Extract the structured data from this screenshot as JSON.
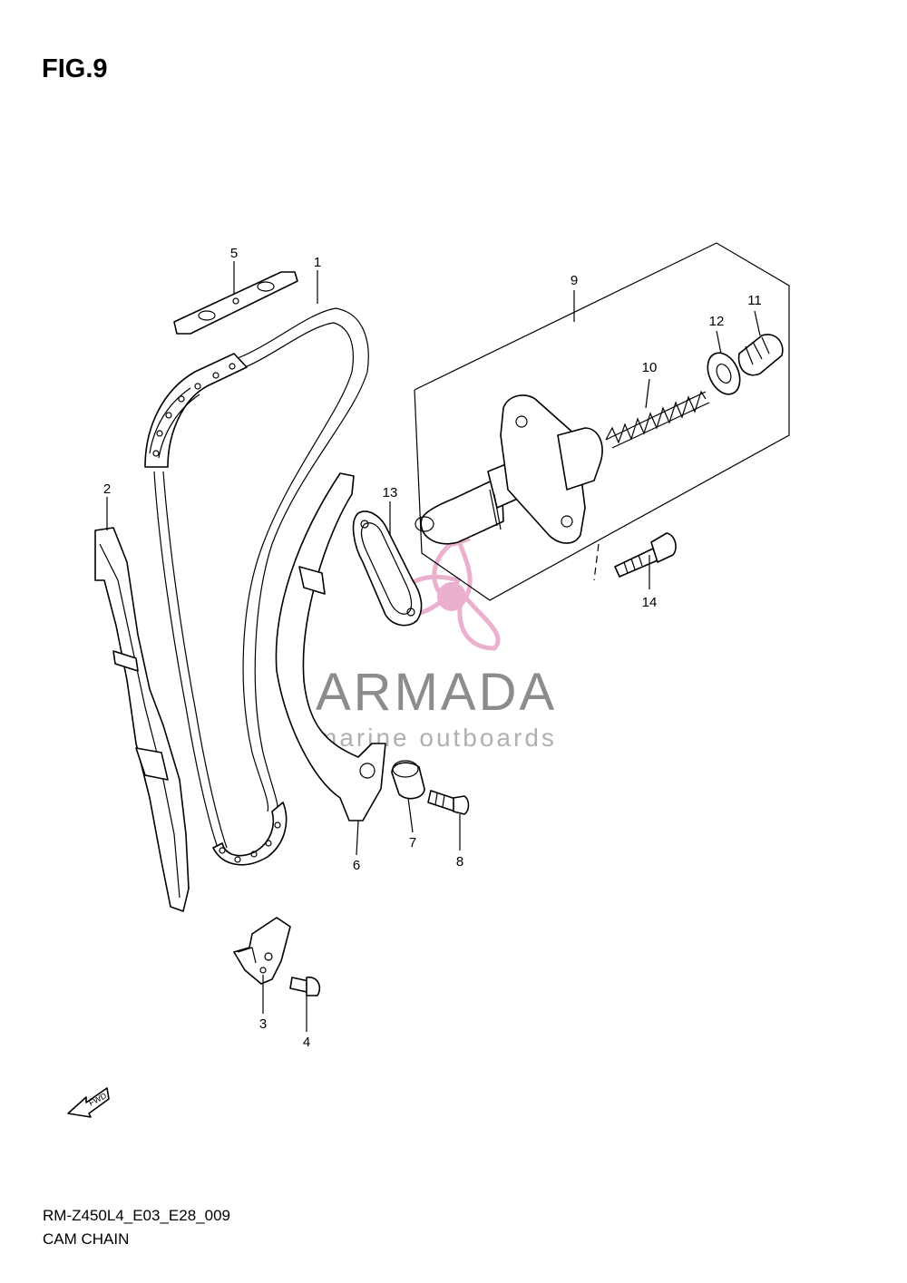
{
  "figure": {
    "title": "FIG.9",
    "drawing_code": "RM-Z450L4_E03_E28_009",
    "section_name": "CAM CHAIN"
  },
  "callouts": [
    "1",
    "2",
    "3",
    "4",
    "5",
    "6",
    "7",
    "8",
    "9",
    "10",
    "11",
    "12",
    "13",
    "14"
  ],
  "watermark": {
    "brand": "ARMADA",
    "tagline": "marine outboards",
    "logo_color": "#e8a8c8"
  },
  "direction_marker": {
    "label": "FWD",
    "icon": "arrow-left-down-icon"
  }
}
